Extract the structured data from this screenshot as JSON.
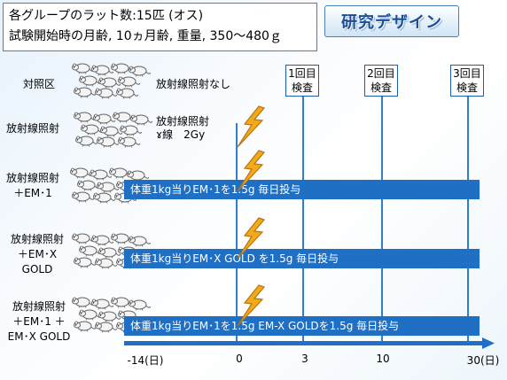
{
  "header": {
    "line1": "各グループのラット数:15匹 (オス)",
    "line2": "試験開始時の月齢, 10ヵ月齢, 重量, 350～480ｇ",
    "title": "研究デザイン"
  },
  "checks": [
    "1回目\n検査",
    "2回目\n検査",
    "3回目\n検査"
  ],
  "groups": [
    {
      "label": "対照区",
      "note": "放射線照射なし",
      "bar": ""
    },
    {
      "label": "放射線照射",
      "note": "放射線照射\n ɤ線　2Gy",
      "bar": ""
    },
    {
      "label": "放射線照射\n＋EM･1",
      "note": "",
      "bar": "体重1kg当りEM･1を1.5g 毎日投与"
    },
    {
      "label": "放射線照射\n＋EM･X\nGOLD",
      "note": "",
      "bar": "体重1kg当りEM･X GOLD を1.5g 毎日投与"
    },
    {
      "label": "放射線照射\n＋EM･1 ＋\nEM･X GOLD",
      "note": "",
      "bar": "体重1kg当りEM･1を1.5g  EM-X GOLDを1.5g 毎日投与"
    }
  ],
  "timeline": {
    "ticks": [
      "-14(日)",
      "0",
      "3",
      "10",
      "30(日)"
    ],
    "unit": "日"
  },
  "colors": {
    "bar": "#1f6fc4",
    "lines": "#2f7fd0",
    "bolt": "#f2a91a",
    "frame": "#4d7fb7"
  },
  "icons": [
    "rat-icon",
    "lightning-bolt-icon",
    "arrow-right-icon"
  ]
}
